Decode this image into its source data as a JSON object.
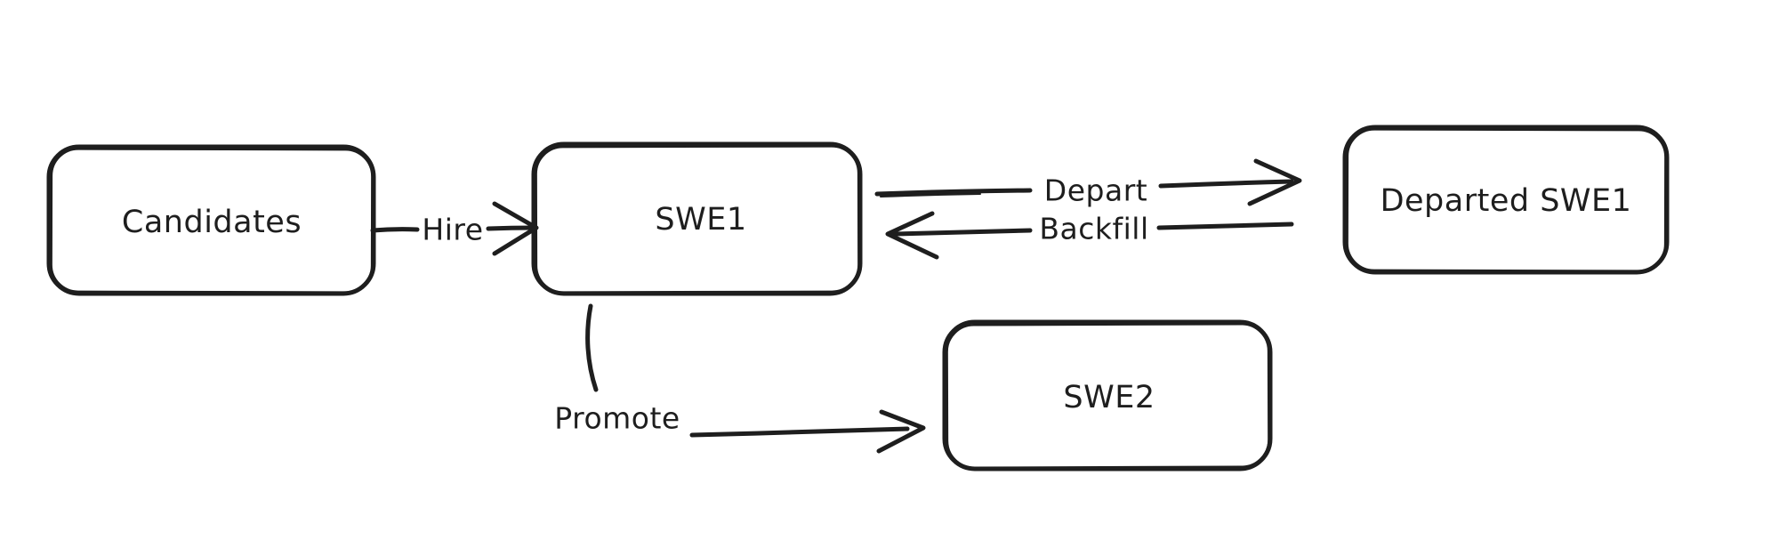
{
  "diagram": {
    "type": "flowchart",
    "style": "hand-drawn-sketch",
    "background_color": "#ffffff",
    "stroke_color": "#1e1e1e",
    "nodes": [
      {
        "id": "candidates",
        "label": "Candidates"
      },
      {
        "id": "swe1",
        "label": "SWE1"
      },
      {
        "id": "departed-swe1",
        "label": "Departed SWE1"
      },
      {
        "id": "swe2",
        "label": "SWE2"
      }
    ],
    "edges": [
      {
        "id": "hire",
        "label": "Hire",
        "from": "Candidates",
        "to": "SWE1",
        "direction": "right"
      },
      {
        "id": "depart",
        "label": "Depart",
        "from": "SWE1",
        "to": "Departed SWE1",
        "direction": "right"
      },
      {
        "id": "backfill",
        "label": "Backfill",
        "from": "Departed SWE1",
        "to": "SWE1",
        "direction": "left"
      },
      {
        "id": "promote",
        "label": "Promote",
        "from": "SWE1",
        "to": "SWE2",
        "direction": "down-right"
      }
    ]
  }
}
